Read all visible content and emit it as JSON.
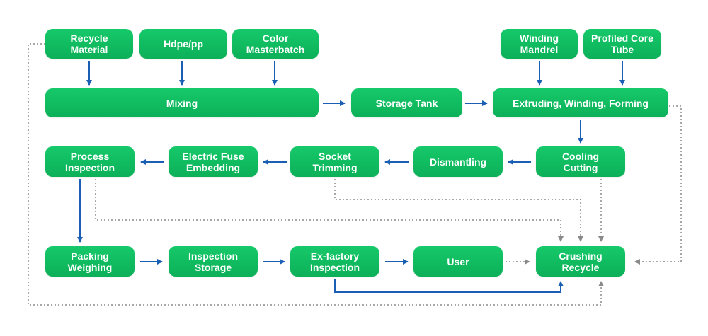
{
  "nodes": {
    "recycle_material": "Recycle\nMaterial",
    "hdpe_pp": "Hdpe/pp",
    "color_masterbatch": "Color\nMasterbatch",
    "winding_mandrel": "Winding\nMandrel",
    "profiled_core_tube": "Profiled Core\nTube",
    "mixing": "Mixing",
    "storage_tank": "Storage Tank",
    "extruding_winding_forming": "Extruding, Winding, Forming",
    "process_inspection": "Process\nInspection",
    "electric_fuse_embedding": "Electric Fuse\nEmbedding",
    "socket_trimming": "Socket\nTrimming",
    "dismantling": "Dismantling",
    "cooling_cutting": "Cooling\nCutting",
    "packing_weighing": "Packing\nWeighing",
    "inspection_storage": "Inspection\nStorage",
    "ex_factory_inspection": "Ex-factory\nInspection",
    "user": "User",
    "crushing_recycle": "Crushing\nRecycle"
  },
  "colors": {
    "node_fill": "#10be62",
    "solid_arrow": "#1a5fb4",
    "dotted_line": "#8a8a8a"
  }
}
